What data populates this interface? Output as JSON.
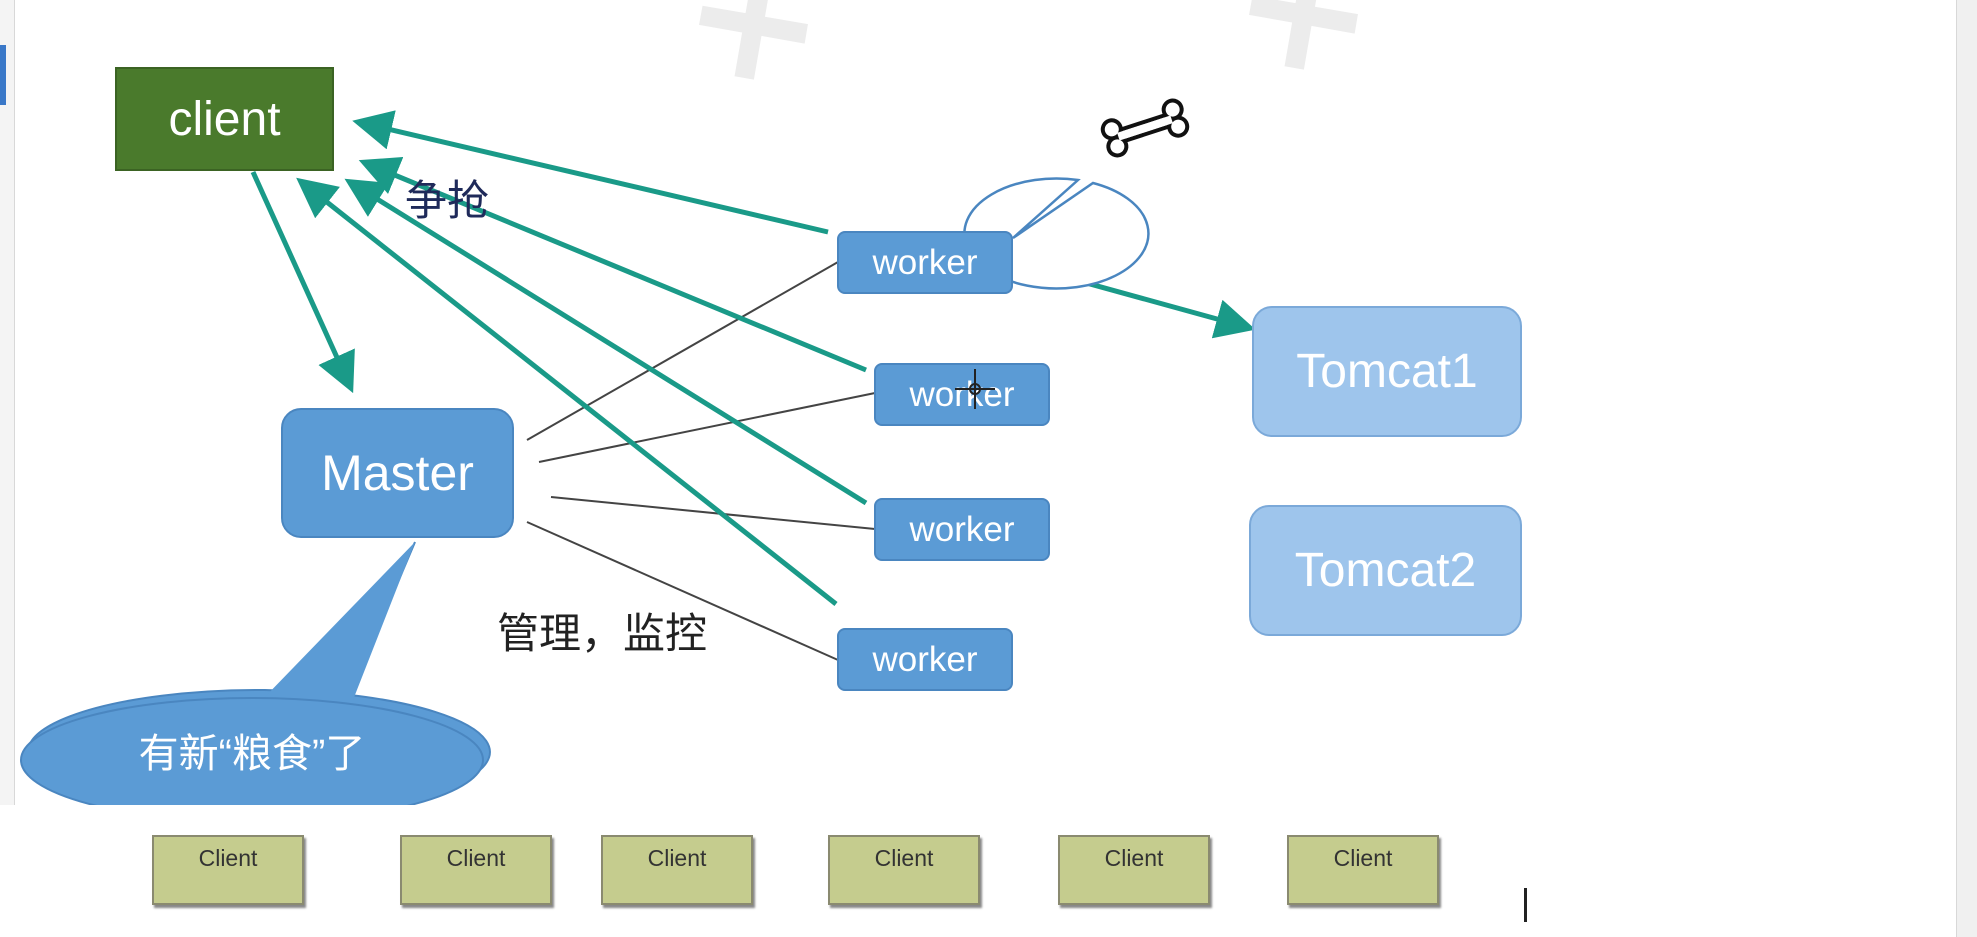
{
  "title_fragment": "",
  "nodes": {
    "client_main": "client",
    "master": "Master",
    "workers": [
      "worker",
      "worker",
      "worker",
      "worker"
    ],
    "tomcat1": "Tomcat1",
    "tomcat2": "Tomcat2"
  },
  "labels": {
    "compete": "争抢",
    "manage_monitor": "管理，监控",
    "new_food_bubble": "有新“粮食”了"
  },
  "bone_icon": "bone-icon",
  "bottom_clients": [
    "Client",
    "Client",
    "Client",
    "Client",
    "Client",
    "Client"
  ],
  "colors": {
    "client_green": "#4a7a2c",
    "worker_blue": "#5b9bd5",
    "tomcat_light_blue": "#9ec5ec",
    "arrow_teal": "#1a9a88",
    "connector_gray": "#444444",
    "small_client_olive": "#c5cc8e"
  }
}
